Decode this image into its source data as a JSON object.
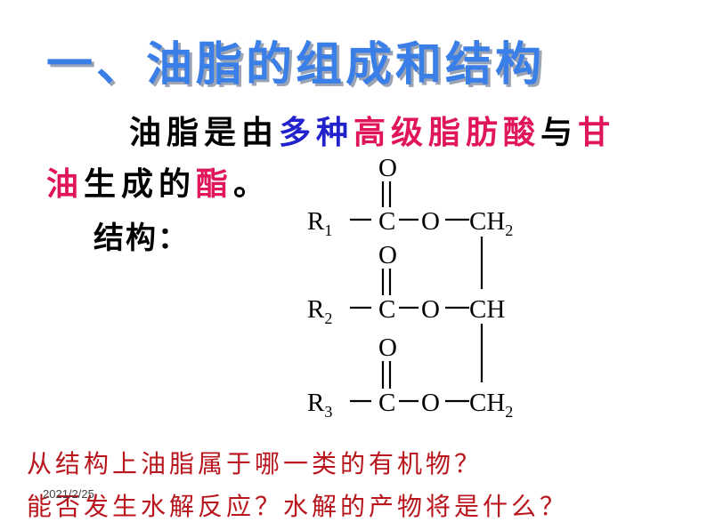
{
  "slide": {
    "title": "一、油脂的组成和结构",
    "definition": {
      "line1": [
        {
          "text": "油脂是由",
          "color": "black"
        },
        {
          "text": "多种",
          "color": "blue"
        },
        {
          "text": "高级脂肪酸",
          "color": "red"
        },
        {
          "text": "与",
          "color": "black"
        },
        {
          "text": "甘",
          "color": "red"
        }
      ],
      "line2": [
        {
          "text": "油",
          "color": "red"
        },
        {
          "text": "生成的",
          "color": "black"
        },
        {
          "text": "酯",
          "color": "red"
        },
        {
          "text": "。",
          "color": "black"
        }
      ]
    },
    "structure_label": "结构：",
    "formula": {
      "oxygen": "O",
      "carbon": "C",
      "rows": [
        {
          "R": "R",
          "sub": "1",
          "tail_main": "CH",
          "tail_sub": "2"
        },
        {
          "R": "R",
          "sub": "2",
          "tail_main": "CH",
          "tail_sub": ""
        },
        {
          "R": "R",
          "sub": "3",
          "tail_main": "CH",
          "tail_sub": "2"
        }
      ]
    },
    "questions": [
      "从结构上油脂属于哪一类的有机物？",
      "能否发生水解反应？水解的产物将是什么？"
    ],
    "date": "2021/2/25",
    "colors": {
      "title": "#3a7ee8",
      "blue": "#2222cc",
      "red": "#e0155a",
      "question": "#b8161c"
    }
  }
}
